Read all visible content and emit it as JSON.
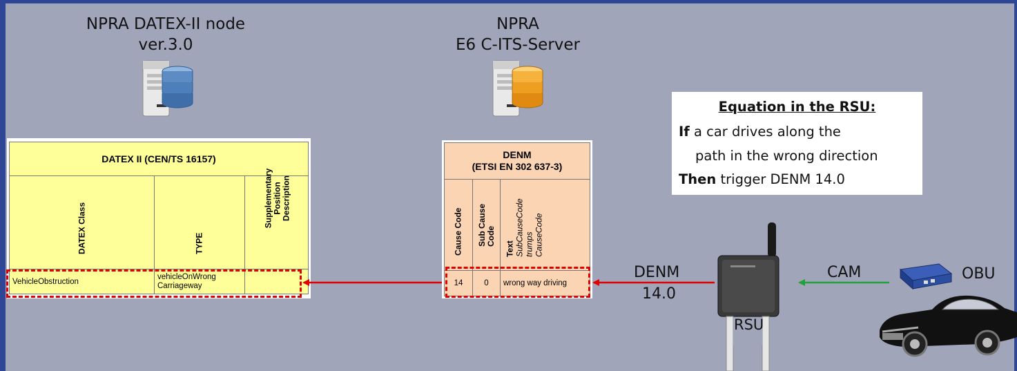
{
  "datex_node": {
    "title_line1": "NPRA DATEX-II node",
    "title_line2": "ver.3.0"
  },
  "its_server": {
    "title_line1": "NPRA",
    "title_line2": "E6 C-ITS-Server"
  },
  "datex_table": {
    "header": "DATEX II (CEN/TS 16157)",
    "columns": [
      "DATEX Class",
      "TYPE",
      "Supplementary Position Description"
    ],
    "row": [
      "VehicleObstruction",
      "vehicleOnWrong Carriageway",
      ""
    ]
  },
  "denm_table": {
    "header_line1": "DENM",
    "header_line2": "(ETSI EN 302 637-3)",
    "columns": [
      "Cause Code",
      "Sub Cause Code",
      "Text",
      "SubCauseCode",
      "trumps",
      "CauseCode"
    ],
    "row": [
      "14",
      "0",
      "wrong way driving"
    ]
  },
  "equation": {
    "title": "Equation in the RSU:",
    "line1_bold": "If",
    "line1_rest": " a car drives along the",
    "line2": "path in the wrong direction",
    "line3_bold": "Then",
    "line3_rest": " trigger DENM 14.0"
  },
  "labels": {
    "denm_line1": "DENM",
    "denm_line2": "14.0",
    "cam": "CAM",
    "obu": "OBU",
    "rsu": "RSU"
  },
  "colors": {
    "background": "#a0a5b9",
    "border": "#2f4696",
    "datex_fill": "#ffff99",
    "denm_fill": "#fbd4b4",
    "red_arrow": "#e00000",
    "green_arrow": "#22a03a"
  }
}
